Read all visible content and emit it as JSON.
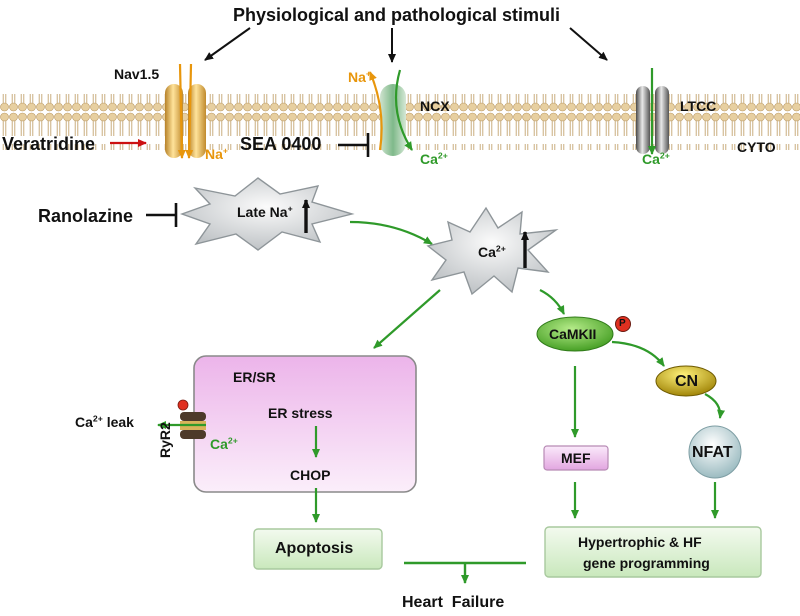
{
  "title": "Physiological and pathological stimuli",
  "colors": {
    "green": "#2f9a2a",
    "orange": "#e8960c",
    "red": "#cc1111",
    "membrane": "#c9a56a",
    "erbox_fill": "#f2c8f0",
    "gene_box_fill": "#dff1d6",
    "camkii_fill": "#6cc43a",
    "cn_fill": "#d8b400",
    "nfat_fill": "#b7cfd3"
  },
  "channels": {
    "nav": "Nav1.5",
    "ncx": "NCX",
    "ltcc": "LTCC",
    "cyto": "CYTO"
  },
  "ions": {
    "na_nav": "Na",
    "na_ncx": "Na",
    "ca_ncx": "Ca",
    "ca_ltcc": "Ca",
    "ca_ryr": "Ca",
    "ca_center": "Ca",
    "late_na": "Late Na",
    "plus": "+",
    "two_plus": "2+"
  },
  "drugs": {
    "veratridine": "Veratridine",
    "sea": "SEA 0400",
    "ranolazine": "Ranolazine"
  },
  "nodes": {
    "er_sr": "ER/SR",
    "er_stress": "ER stress",
    "chop": "CHOP",
    "ryr2": "RyR2",
    "ca_leak": "Ca",
    "leak_word": "leak",
    "camkii": "CaMKII",
    "phospho": "P",
    "cn": "CN",
    "mef": "MEF",
    "nfat": "NFAT",
    "apoptosis": "Apoptosis",
    "gene_line1": "Hypertrophic & HF",
    "gene_line2": "gene programming",
    "heart_failure": "Heart  Failure"
  }
}
